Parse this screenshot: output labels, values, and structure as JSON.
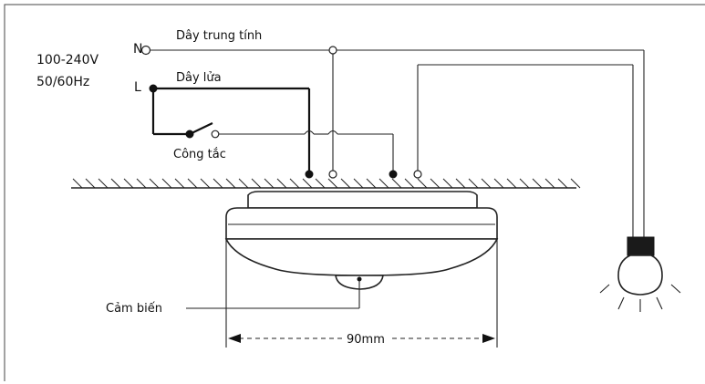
{
  "supply": {
    "voltage": "100-240V",
    "frequency": "50/60Hz",
    "neutral_terminal": "N",
    "live_terminal": "L"
  },
  "labels": {
    "neutral_wire": "Dây trung tính",
    "live_wire": "Dây lửa",
    "switch": "Công tắc",
    "sensor": "Cảm biến",
    "dimension": "90mm"
  },
  "colors": {
    "line": "#222222",
    "lamp_base": "#1a1a1a",
    "background": "#ffffff"
  }
}
